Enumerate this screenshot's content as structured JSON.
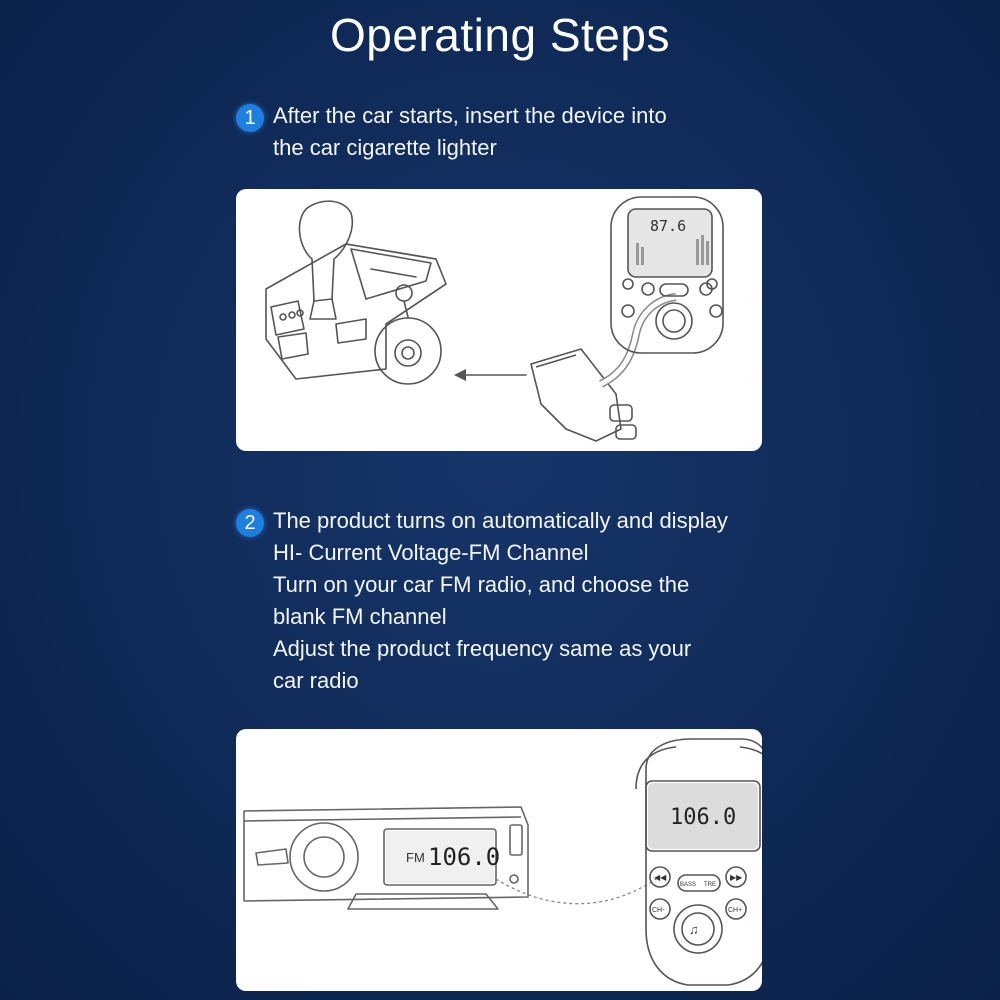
{
  "page": {
    "title": "Operating Steps"
  },
  "steps": [
    {
      "number": "1",
      "lines": [
        "After the car starts, insert the device into",
        "the car cigarette lighter"
      ]
    },
    {
      "number": "2",
      "lines": [
        "The product turns on automatically and display",
        "HI- Current Voltage-FM Channel",
        "Turn on your car FM radio, and choose the",
        "blank FM channel",
        "Adjust the product frequency same as your",
        "car radio"
      ]
    }
  ],
  "illustration1": {
    "device_display": "87.6",
    "device_button_icon": "bluetooth-music-icon"
  },
  "illustration2": {
    "radio_band": "FM",
    "radio_frequency": "106.0",
    "device_display": "106.0",
    "device_bass_label": "BASS",
    "device_treble_label": "TRE",
    "device_ch_minus": "CH-",
    "device_ch_plus": "CH+",
    "device_prev_icon": "previous-track-icon",
    "device_next_icon": "next-track-icon"
  },
  "colors": {
    "background": "#0f2a57",
    "step_badge": "#1e7fe0",
    "panel": "#ffffff",
    "line_art": "#555555",
    "lcd": "#dcdcdc"
  }
}
